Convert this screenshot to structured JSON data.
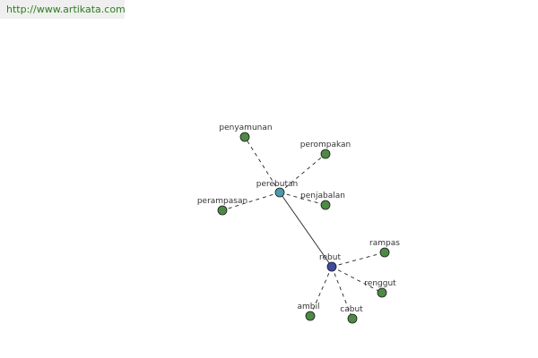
{
  "header": {
    "source_link": "http://www.artikata.com"
  },
  "graph": {
    "nodes": [
      {
        "id": "perebutan",
        "label": "perebutan",
        "role": "hub",
        "color": "#4a9aaa"
      },
      {
        "id": "rebut",
        "label": "rebut",
        "role": "hub",
        "color": "#3f4aa0"
      },
      {
        "id": "penyamunan",
        "label": "penyamunan",
        "role": "leaf",
        "color": "#4d8a45"
      },
      {
        "id": "perompakan",
        "label": "perompakan",
        "role": "leaf",
        "color": "#4d8a45"
      },
      {
        "id": "perampasan",
        "label": "perampasan",
        "role": "leaf",
        "color": "#4d8a45"
      },
      {
        "id": "penjabalan",
        "label": "penjabalan",
        "role": "leaf",
        "color": "#4d8a45"
      },
      {
        "id": "rampas",
        "label": "rampas",
        "role": "leaf",
        "color": "#4d8a45"
      },
      {
        "id": "renggut",
        "label": "renggut",
        "role": "leaf",
        "color": "#4d8a45"
      },
      {
        "id": "ambil",
        "label": "ambil",
        "role": "leaf",
        "color": "#4d8a45"
      },
      {
        "id": "cabut",
        "label": "cabut",
        "role": "leaf",
        "color": "#4d8a45"
      }
    ],
    "edges": [
      {
        "from": "perebutan",
        "to": "rebut",
        "style": "solid"
      },
      {
        "from": "perebutan",
        "to": "penyamunan",
        "style": "dashed"
      },
      {
        "from": "perebutan",
        "to": "perompakan",
        "style": "dashed"
      },
      {
        "from": "perebutan",
        "to": "perampasan",
        "style": "dashed"
      },
      {
        "from": "perebutan",
        "to": "penjabalan",
        "style": "dashed"
      },
      {
        "from": "rebut",
        "to": "rampas",
        "style": "dashed"
      },
      {
        "from": "rebut",
        "to": "renggut",
        "style": "dashed"
      },
      {
        "from": "rebut",
        "to": "ambil",
        "style": "dashed"
      },
      {
        "from": "rebut",
        "to": "cabut",
        "style": "dashed"
      }
    ]
  }
}
